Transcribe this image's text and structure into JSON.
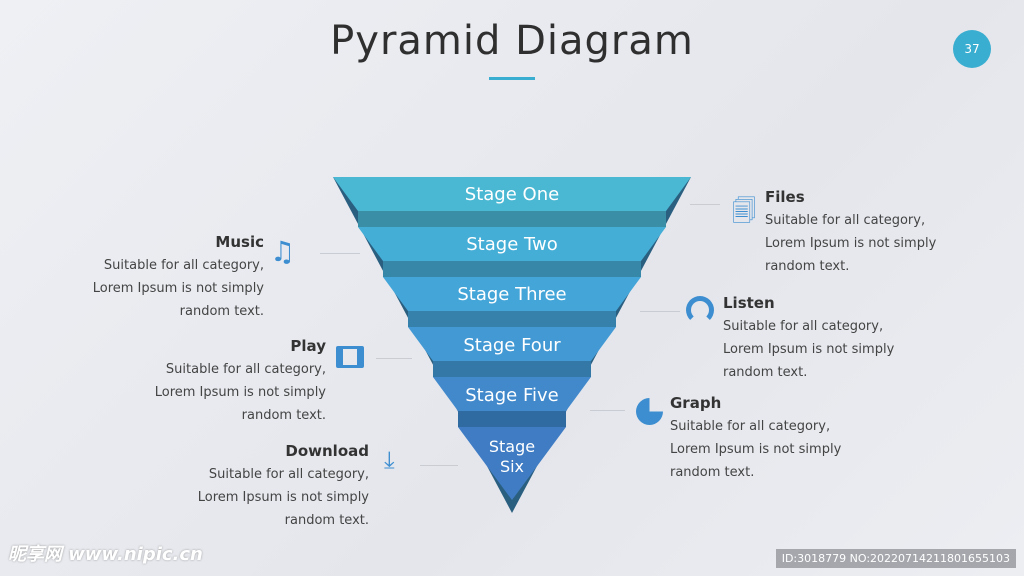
{
  "title": "Pyramid Diagram",
  "page_number": "37",
  "stages": [
    "Stage One",
    "Stage Two",
    "Stage Three",
    "Stage Four",
    "Stage Five",
    "Stage Six"
  ],
  "items": [
    {
      "title": "Files",
      "lines": [
        "Suitable for all category,",
        "Lorem Ipsum is not simply",
        "random text."
      ]
    },
    {
      "title": "Music",
      "lines": [
        "Suitable for all category,",
        "Lorem Ipsum is not simply",
        "random text."
      ]
    },
    {
      "title": "Listen",
      "lines": [
        "Suitable for all category,",
        "Lorem Ipsum is not simply",
        "random text."
      ]
    },
    {
      "title": "Play",
      "lines": [
        "Suitable for all category,",
        "Lorem Ipsum is not simply",
        "random text."
      ]
    },
    {
      "title": "Graph",
      "lines": [
        "Suitable for all category,",
        "Lorem Ipsum is not simply",
        "random text."
      ]
    },
    {
      "title": "Download",
      "lines": [
        "Suitable for all category,",
        "Lorem Ipsum is not simply",
        "random text."
      ]
    }
  ],
  "watermark": "昵享网 www.nipic.cn",
  "id_text": "ID:3018779 NO:20220714211801655103",
  "colors": {
    "accent": "#3aaed0",
    "icon": "#3d8ed0"
  }
}
